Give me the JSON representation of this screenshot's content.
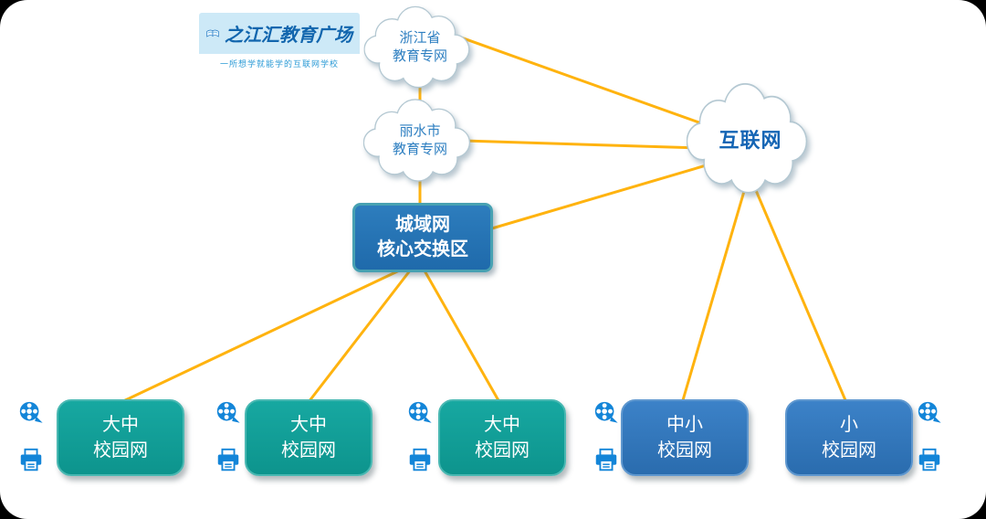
{
  "logo": {
    "title": "之江汇教育广场",
    "subtitle": "一所想学就能学的互联网学校"
  },
  "nodes": {
    "province_cloud": {
      "line1": "浙江省",
      "line2": "教育专网"
    },
    "city_cloud": {
      "line1": "丽水市",
      "line2": "教育专网"
    },
    "internet_cloud": {
      "label": "互联网"
    },
    "core_switch": {
      "line1": "城域网",
      "line2": "核心交换区"
    },
    "campus": [
      {
        "line1": "大中",
        "line2": "校园网",
        "style": "teal",
        "icons": [
          "film-reel-icon",
          "printer-icon"
        ]
      },
      {
        "line1": "大中",
        "line2": "校园网",
        "style": "teal",
        "icons": [
          "film-reel-icon",
          "printer-icon"
        ]
      },
      {
        "line1": "大中",
        "line2": "校园网",
        "style": "teal",
        "icons": [
          "film-reel-icon",
          "printer-icon"
        ]
      },
      {
        "line1": "中小",
        "line2": "校园网",
        "style": "blue",
        "icons": [
          "film-reel-icon",
          "printer-icon"
        ]
      },
      {
        "line1": "小",
        "line2": "校园网",
        "style": "blue",
        "icons": [
          "film-reel-icon",
          "printer-icon"
        ]
      }
    ]
  },
  "connections": [
    {
      "from": "province-cloud",
      "to": "city-cloud"
    },
    {
      "from": "province-cloud",
      "to": "internet-cloud"
    },
    {
      "from": "city-cloud",
      "to": "internet-cloud"
    },
    {
      "from": "city-cloud",
      "to": "core-switch"
    },
    {
      "from": "core-switch",
      "to": "internet-cloud"
    },
    {
      "from": "core-switch",
      "to": "campus-1"
    },
    {
      "from": "core-switch",
      "to": "campus-2"
    },
    {
      "from": "core-switch",
      "to": "campus-3"
    },
    {
      "from": "internet-cloud",
      "to": "campus-4"
    },
    {
      "from": "internet-cloud",
      "to": "campus-5"
    }
  ],
  "colors": {
    "edge_line": "#FFB30F",
    "teal_box": "#11a099",
    "blue_box": "#2e73b8",
    "core_box": "#2473b5",
    "cloud_text": "#2e7fc1",
    "internet_text": "#1565b4",
    "icon_blue": "#1385d8",
    "logo_bg": "#cde9f7",
    "logo_text": "#1266ae",
    "background": "#ffffff"
  }
}
